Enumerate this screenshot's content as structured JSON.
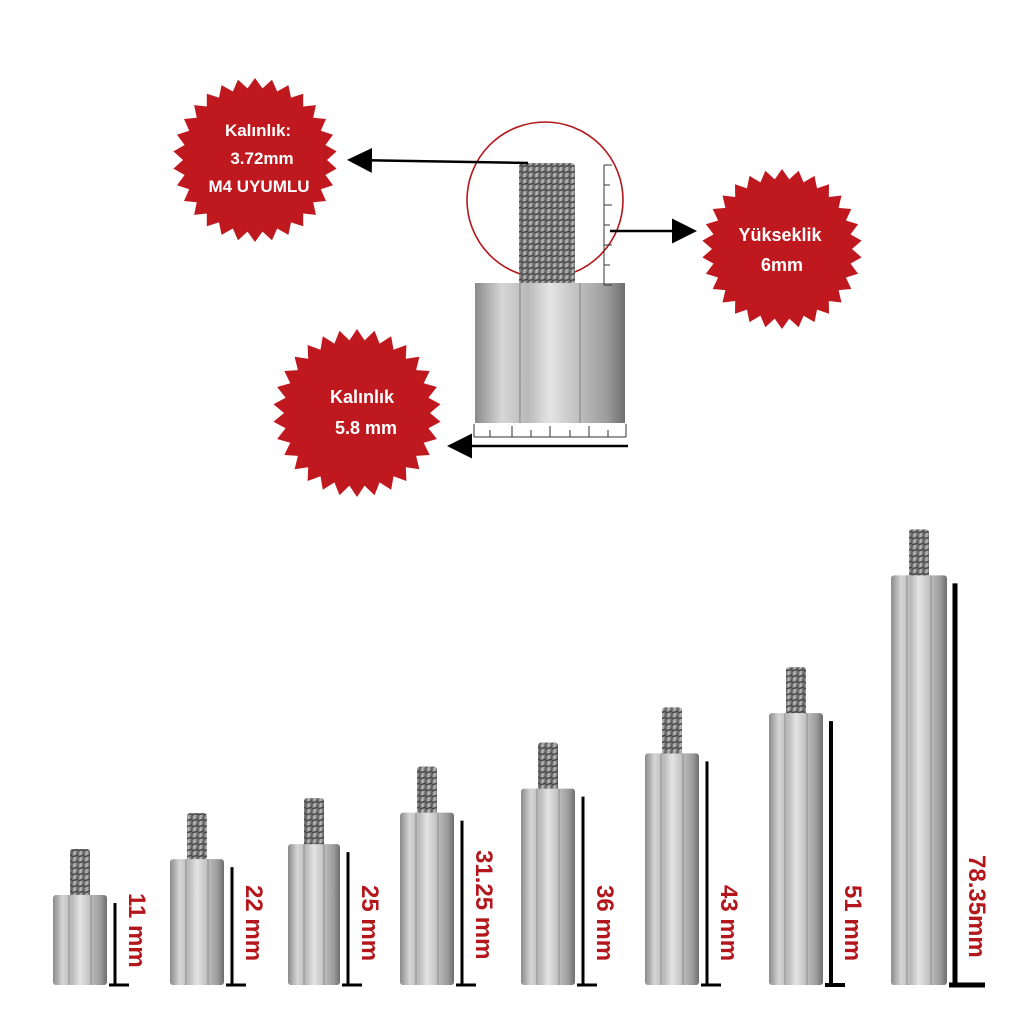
{
  "colors": {
    "badge_red": "#c0181f",
    "label_red": "#b3161b",
    "arrow": "#000000",
    "metal_light": "#d9d9d9",
    "metal_mid": "#a8a8a8",
    "metal_dark": "#6e6e6e"
  },
  "badges": {
    "thread": {
      "line1": "Kalınlık:",
      "line2": "3.72mm",
      "line3": "M4 UYUMLU"
    },
    "height": {
      "line1": "Yükseklik",
      "line2": "6mm"
    },
    "body": {
      "line1": "Kalınlık",
      "line2": "5.8 mm"
    }
  },
  "standoffs": [
    {
      "label": "11 mm",
      "length_mm": 11
    },
    {
      "label": "22 mm",
      "length_mm": 22
    },
    {
      "label": "25 mm",
      "length_mm": 25
    },
    {
      "label": "31.25 mm",
      "length_mm": 31.25
    },
    {
      "label": "36 mm",
      "length_mm": 36
    },
    {
      "label": "43 mm",
      "length_mm": 43
    },
    {
      "label": "51 mm",
      "length_mm": 51
    },
    {
      "label": "78.35mm",
      "length_mm": 78.35
    }
  ]
}
